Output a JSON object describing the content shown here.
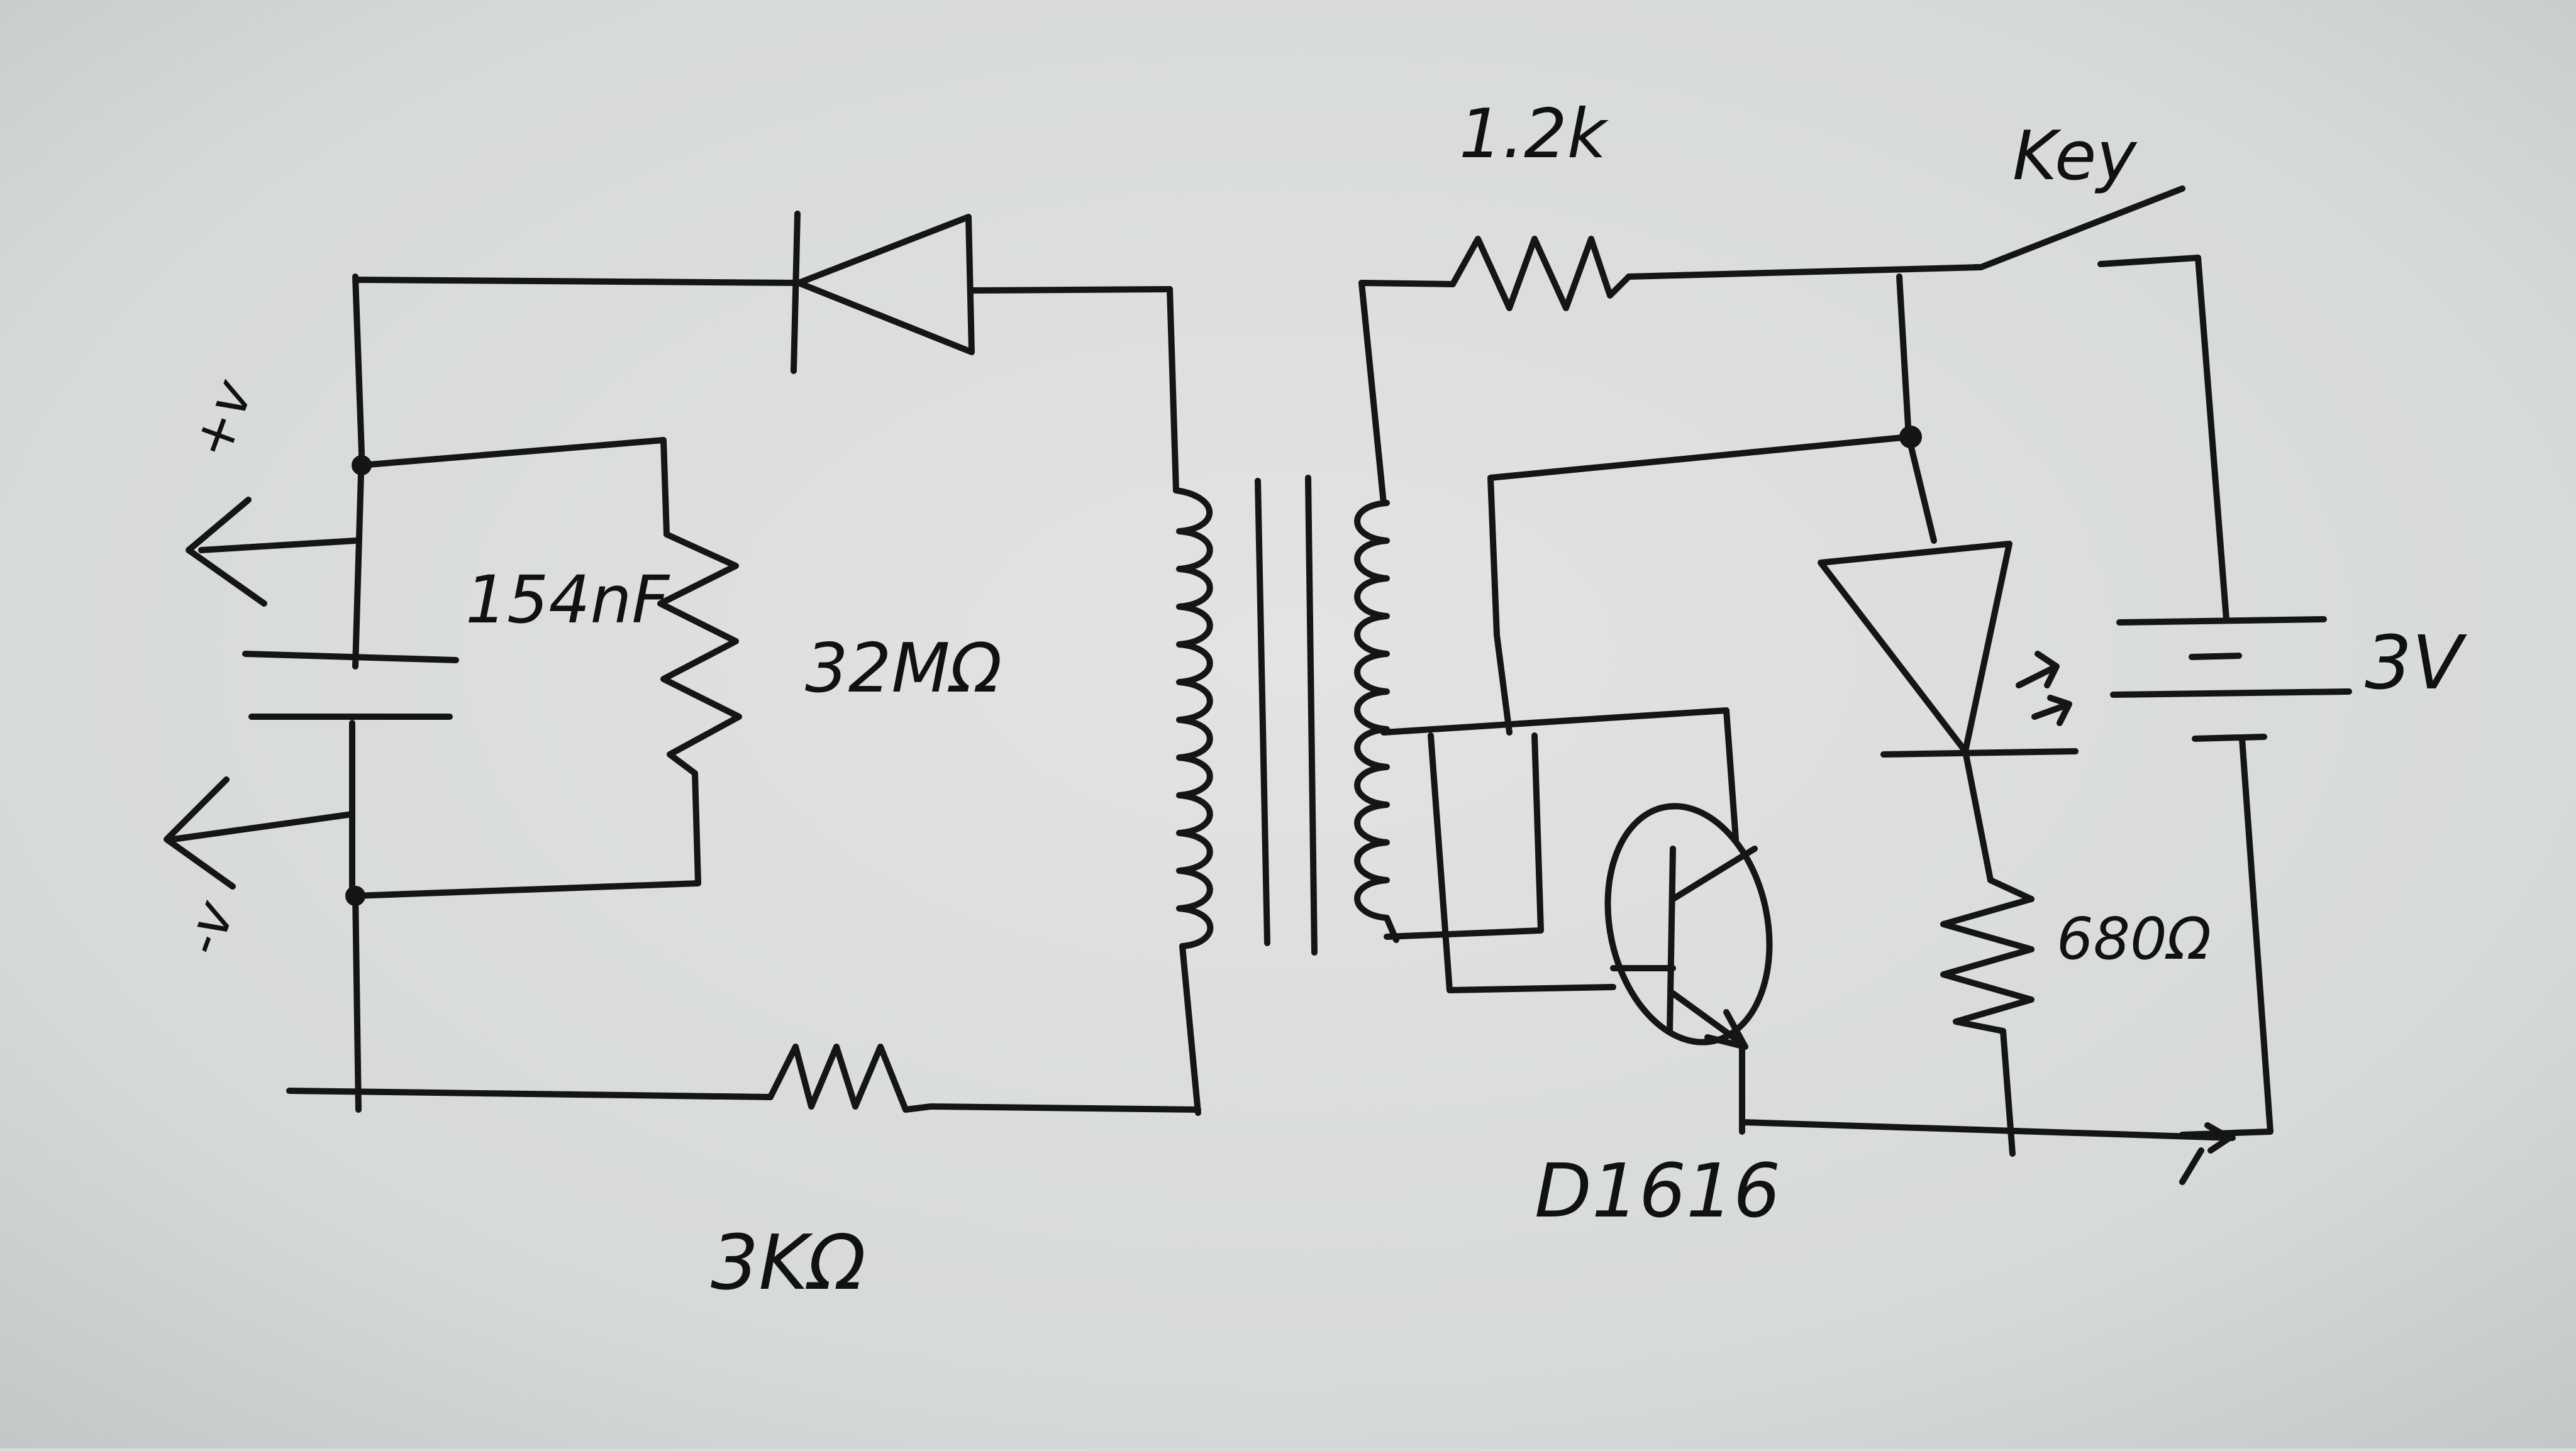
{
  "labels": {
    "plus": "+v",
    "minus": "-v",
    "capacitor": "154nF",
    "resistor_32m": "32MΩ",
    "resistor_3k": "3KΩ",
    "resistor_1_2k": "1.2k",
    "key": "Key",
    "battery": "3V",
    "transistor": "D1616",
    "resistor_680": "680Ω"
  },
  "colors": {
    "ink": "#151515",
    "paper": "#d9dcdc"
  }
}
